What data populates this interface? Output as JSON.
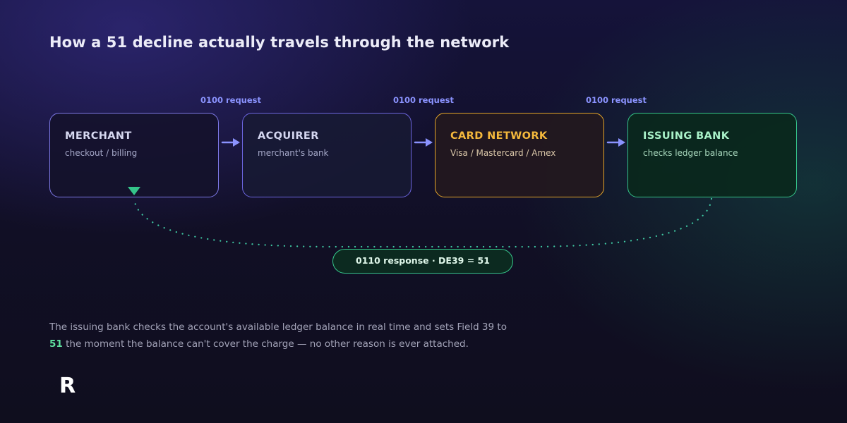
{
  "title": "How a 51 decline actually travels through the network",
  "requests": [
    "0100 request",
    "0100 request",
    "0100 request"
  ],
  "nodes": [
    {
      "title": "MERCHANT",
      "subtitle": "checkout / billing"
    },
    {
      "title": "ACQUIRER",
      "subtitle": "merchant's bank"
    },
    {
      "title": "CARD NETWORK",
      "subtitle": "Visa / Mastercard / Amex"
    },
    {
      "title": "ISSUING BANK",
      "subtitle": "checks ledger balance"
    }
  ],
  "response": "0110 response · DE39 = 51",
  "description": {
    "line1": "The issuing bank checks the account's available ledger balance in real time and sets Field 39 to",
    "code": "51",
    "line2": " the moment the balance can't cover the charge — no other reason is ever attached."
  },
  "logo": "R",
  "colors": {
    "request_arrow": "#8b93ff",
    "merchant": "#7d78e6",
    "acquirer": "#6d66e0",
    "network": "#e3a52a",
    "issuer": "#35c48a",
    "response_dots": "#3fc9a3"
  }
}
